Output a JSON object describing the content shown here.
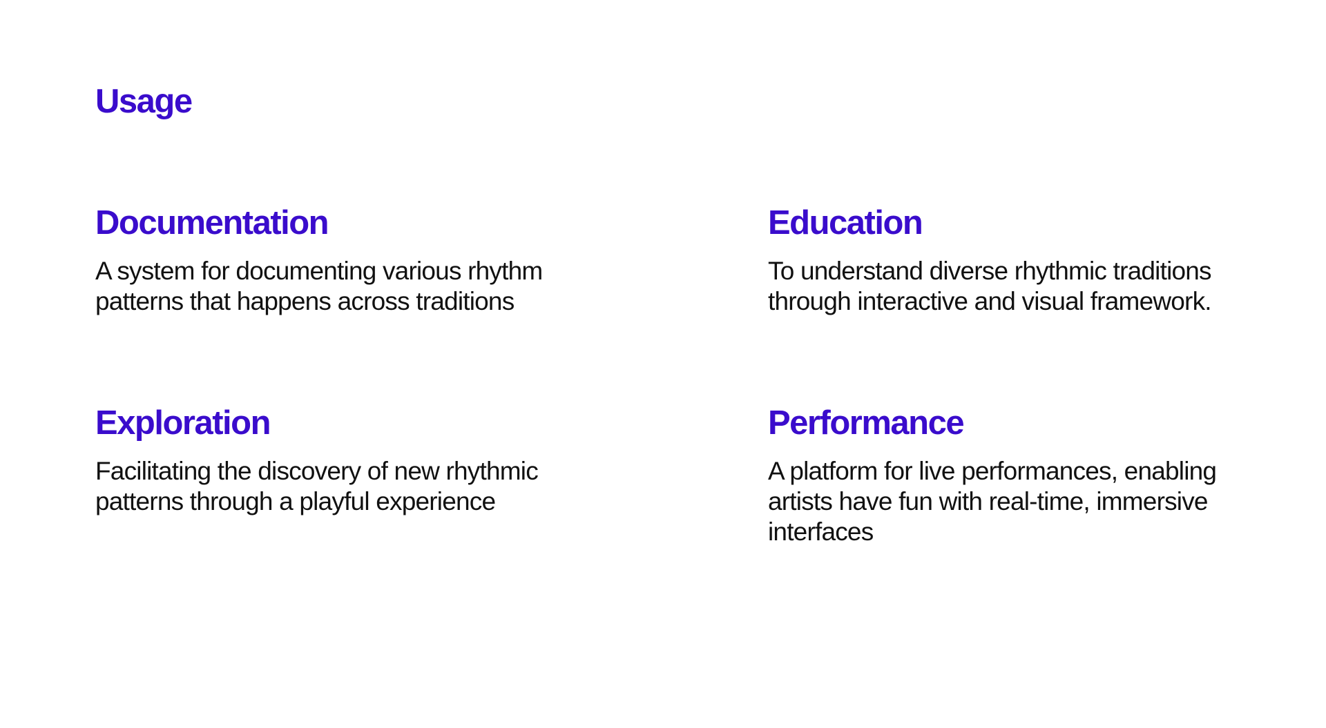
{
  "section": {
    "title": "Usage",
    "accent_color": "#3a0ccc",
    "text_color": "#111111"
  },
  "cards": [
    {
      "title": "Documentation",
      "description": "A system for documenting various rhythm patterns that happens across traditions"
    },
    {
      "title": "Education",
      "description": "To understand diverse rhythmic traditions through interactive and visual framework."
    },
    {
      "title": "Exploration",
      "description": "Facilitating the discovery of new rhythmic patterns through a playful experience"
    },
    {
      "title": "Performance",
      "description": "A platform for live performances, enabling artists have fun with real-time, immersive interfaces"
    }
  ]
}
